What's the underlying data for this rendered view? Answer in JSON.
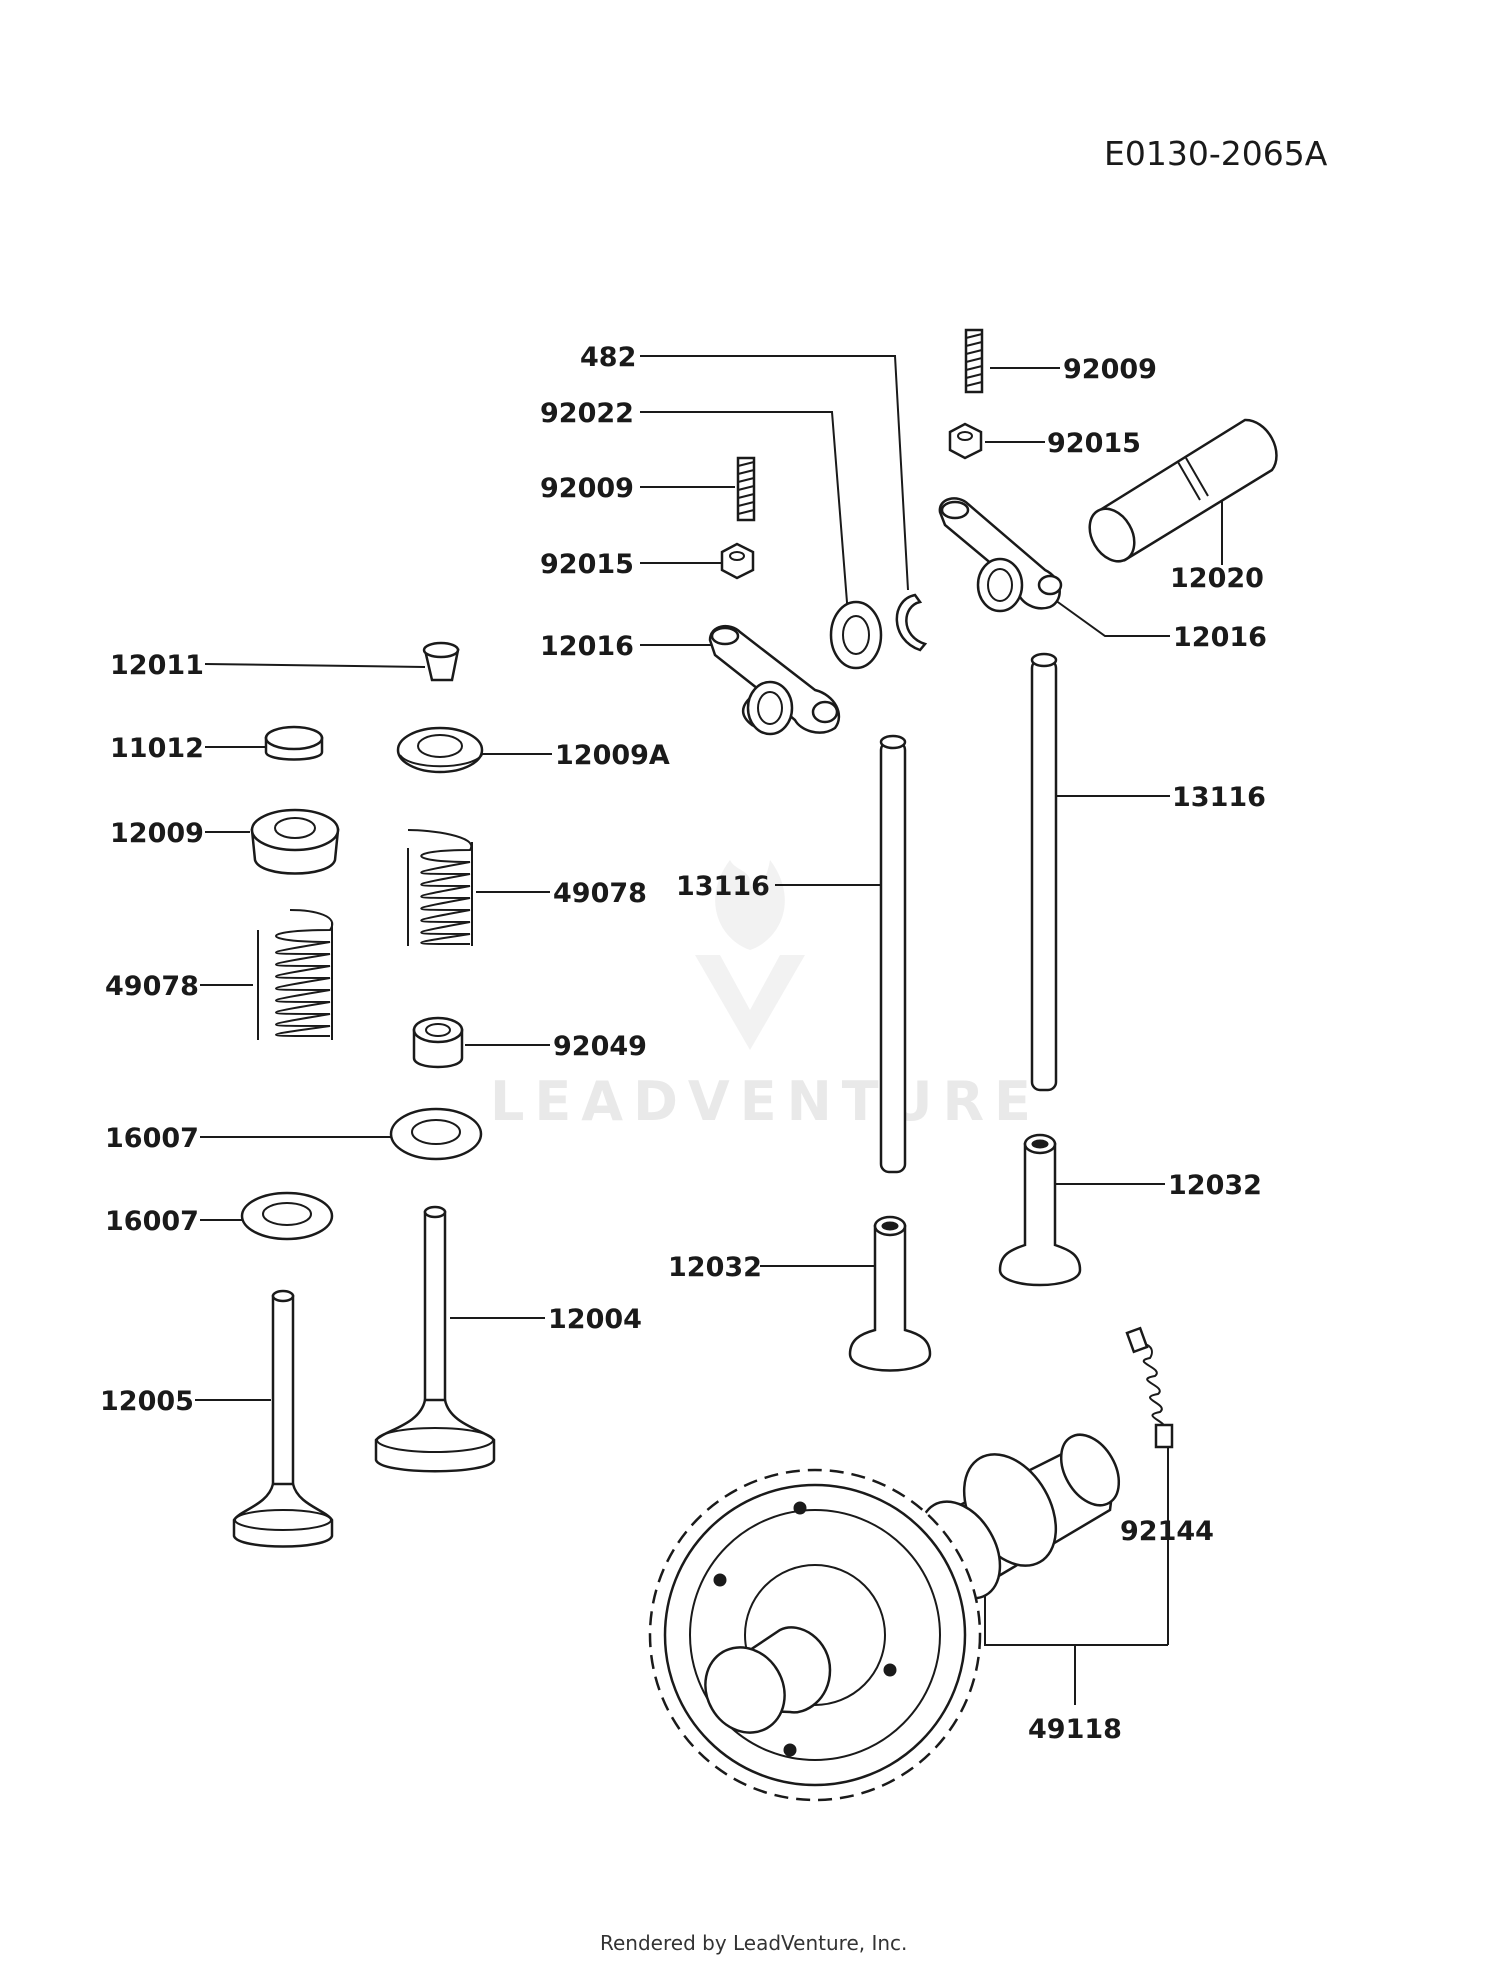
{
  "diagram_code": "E0130-2065A",
  "watermark": "LEADVENTURE",
  "footer": "Rendered by LeadVenture, Inc.",
  "labels": {
    "l482": "482",
    "l92022": "92022",
    "l92009_left": "92009",
    "l92015_left": "92015",
    "l12016_left": "12016",
    "l92009_right": "92009",
    "l92015_right": "92015",
    "l12020": "12020",
    "l12016_right": "12016",
    "l12011": "12011",
    "l11012": "11012",
    "l12009A": "12009A",
    "l12009": "12009",
    "l49078_right": "49078",
    "l49078_left": "49078",
    "l13116_left": "13116",
    "l13116_right": "13116",
    "l92049": "92049",
    "l16007_top": "16007",
    "l16007_bottom": "16007",
    "l12032_right": "12032",
    "l12032_left": "12032",
    "l12004": "12004",
    "l12005": "12005",
    "l92144": "92144",
    "l49118": "49118"
  }
}
